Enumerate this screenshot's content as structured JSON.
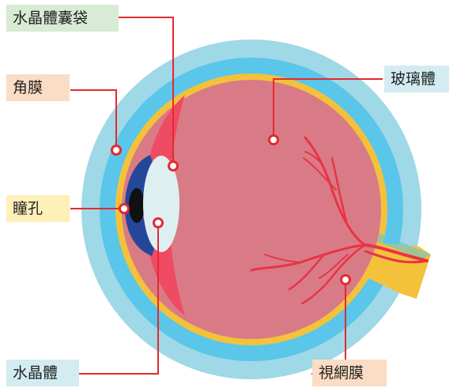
{
  "labels": {
    "lens_capsule": "水晶體囊袋",
    "cornea": "角膜",
    "pupil": "瞳孔",
    "lens": "水晶體",
    "vitreous": "玻璃體",
    "retina": "視網膜"
  },
  "colors": {
    "outer_sclera": "#9fd8e6",
    "choroid": "#59c6ea",
    "retina_layer": "#f3c23a",
    "vitreous": "#d97b87",
    "ciliary": "#ef4b63",
    "iris": "#25479a",
    "pupil": "#111111",
    "lens": "#deeff2",
    "vessel": "#ea3346",
    "leader": "#e32a30",
    "label_green": "#d8ebd4",
    "label_peach": "#fbdcc4",
    "label_yellow": "#fdf0b8",
    "label_blue": "#d3ecf1"
  }
}
